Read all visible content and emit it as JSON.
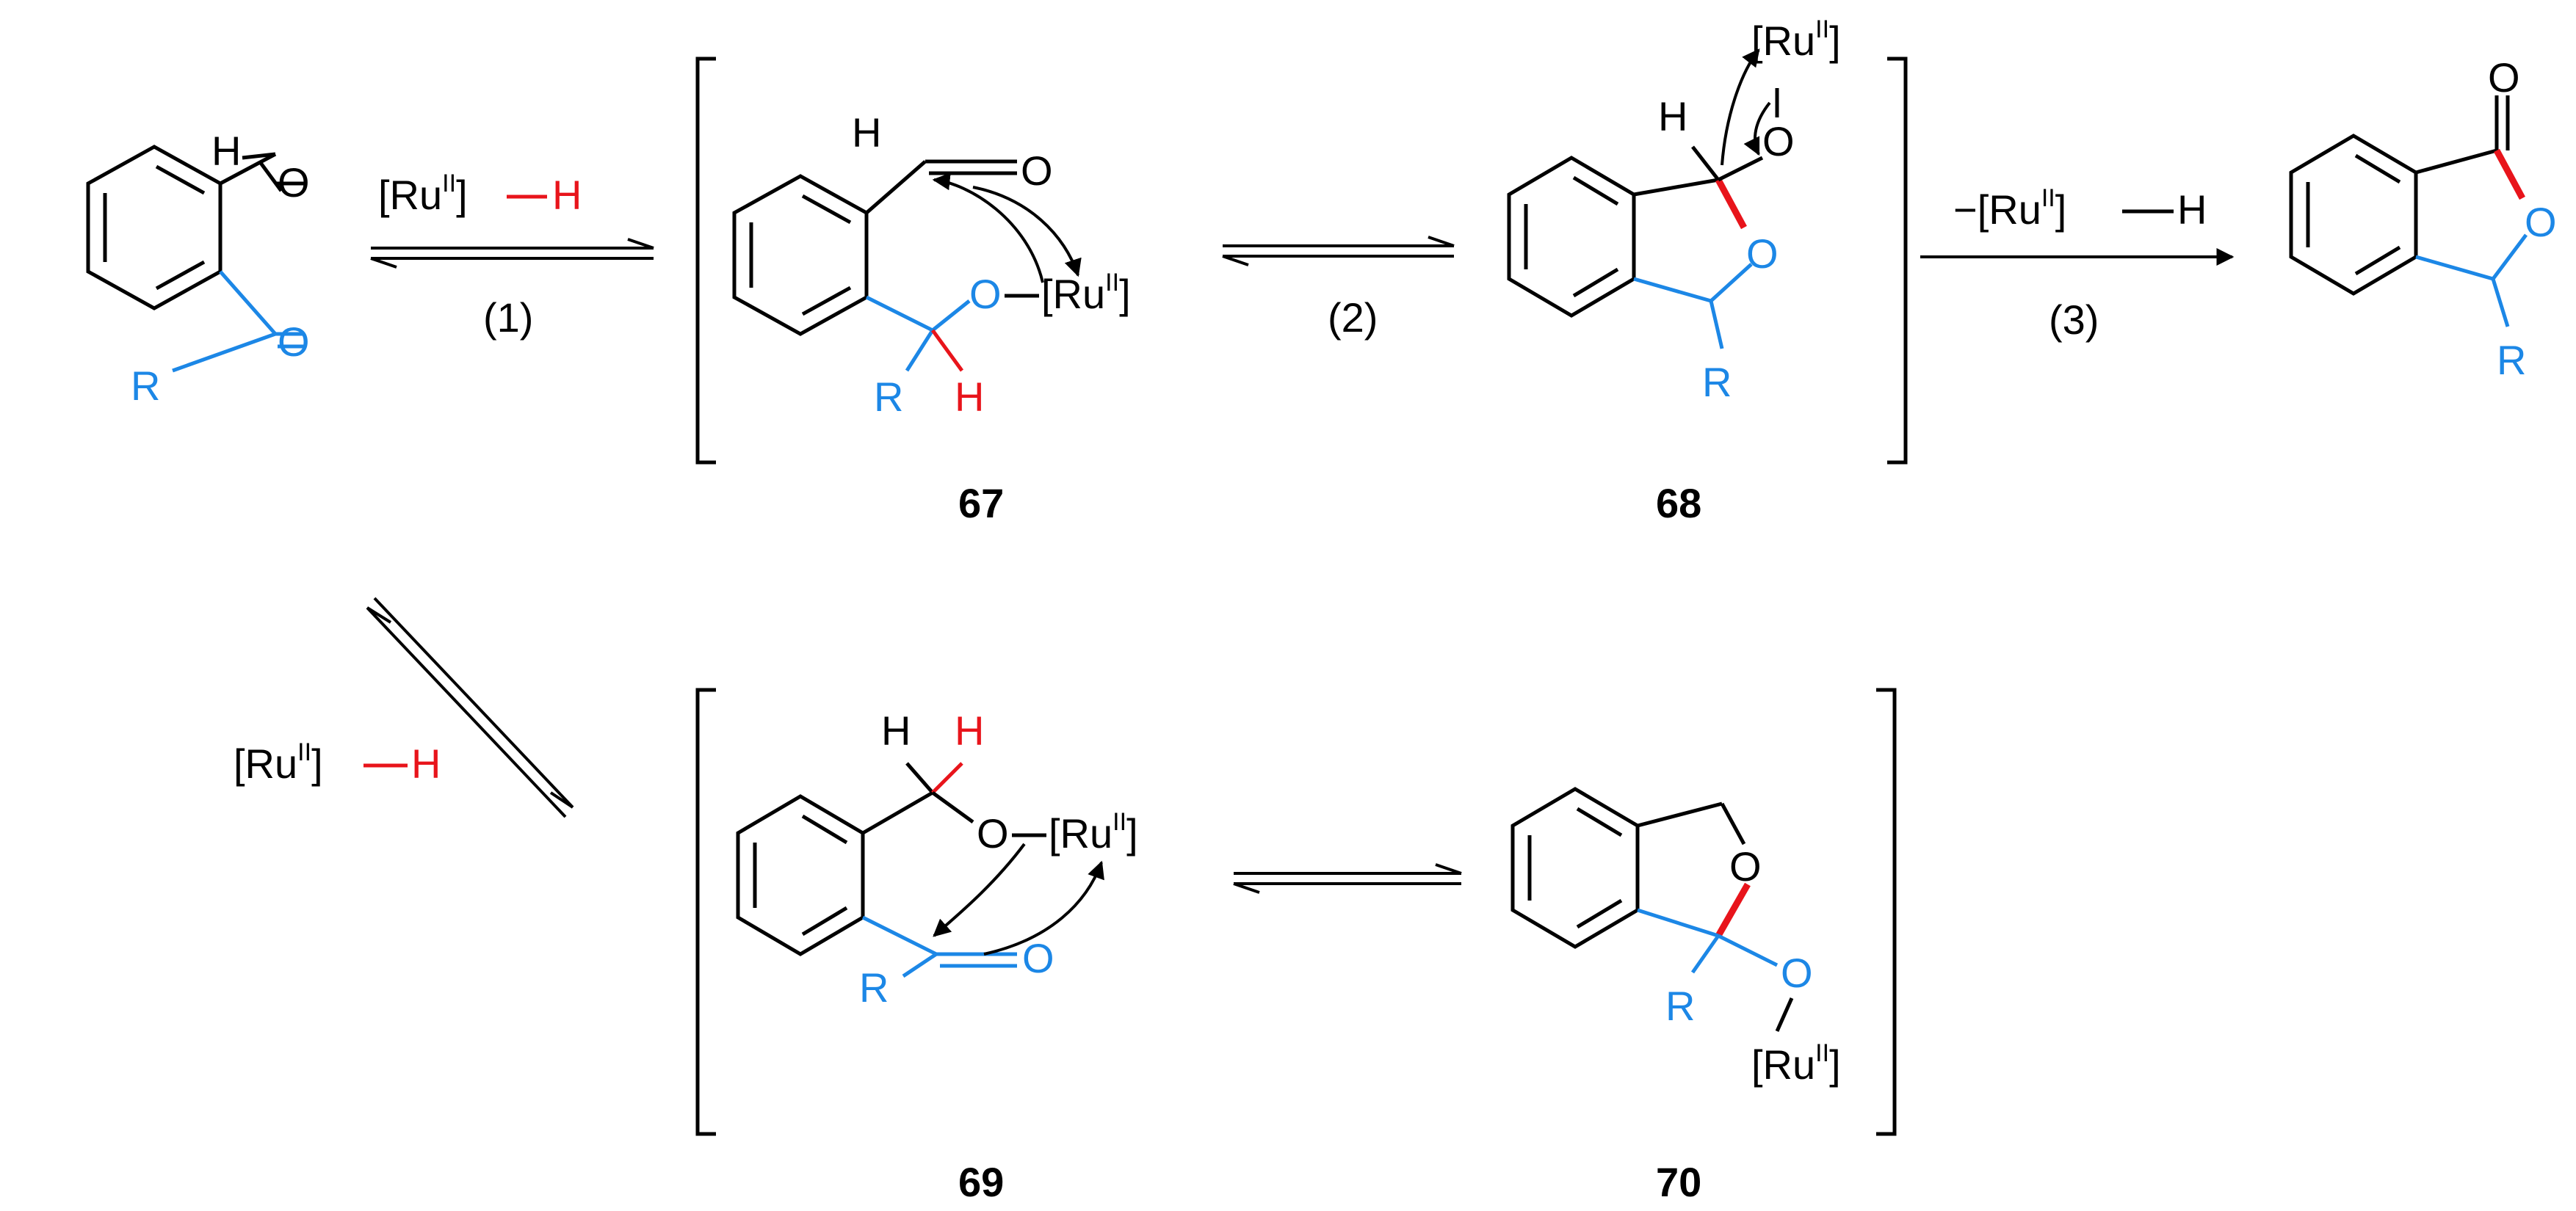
{
  "colors": {
    "black": "#000000",
    "blue": "#1c87e6",
    "red": "#e8141b"
  },
  "atoms": {
    "O": "O",
    "H": "H",
    "R": "R"
  },
  "catalyst": {
    "metal": "[Ru",
    "oxidation": "II",
    "close": "]",
    "hydride_bond_H": "H",
    "elimination_prefix": "−[Ru"
  },
  "steps": {
    "step1": "(1)",
    "step2": "(2)",
    "step3": "(3)"
  },
  "compounds": {
    "c67": "67",
    "c68": "68",
    "c69": "69",
    "c70": "70"
  }
}
